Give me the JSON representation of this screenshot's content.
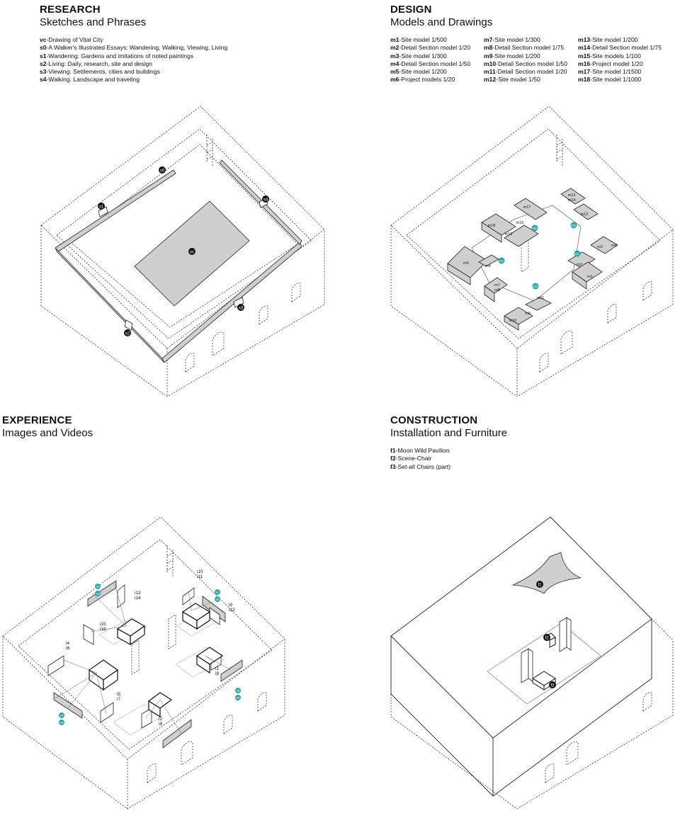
{
  "colors": {
    "teal": "#2aa9a3",
    "wall_fill": "#cfcfcf",
    "dark": "#111111"
  },
  "research": {
    "title": "RESEARCH",
    "subtitle": "Sketches and Phrases",
    "items": [
      {
        "code": "vc",
        "text": "-Drawing of Vital City"
      },
      {
        "code": "s0",
        "text": "-A Walker's Illustrated Essays: Wandering, Walking, Viewing, Living"
      },
      {
        "code": "s1",
        "text": "-Wandering: Gardens and imitations of noted paintings"
      },
      {
        "code": "s2",
        "text": "-Living: Daily, research, site and design"
      },
      {
        "code": "s3",
        "text": "-Viewing: Settlements, cities and buildings"
      },
      {
        "code": "s4",
        "text": "-Walking: Landscape and traveling"
      }
    ],
    "markers": [
      "s0",
      "s1",
      "vc",
      "s4",
      "s3",
      "s2"
    ]
  },
  "design": {
    "title": "DESIGN",
    "subtitle": "Models and Drawings",
    "columns": [
      [
        {
          "code": "m1",
          "text": "-Site model  1/500"
        },
        {
          "code": "m2",
          "text": "-Detail Section model  1/20"
        },
        {
          "code": "m3",
          "text": "-Site model  1/300"
        },
        {
          "code": "m4",
          "text": "-Detail Section model  1/50"
        },
        {
          "code": "m5",
          "text": "-Site model  1/200"
        },
        {
          "code": "m6",
          "text": "-Project models  1/20"
        }
      ],
      [
        {
          "code": "m7",
          "text": "-Site model  1/300"
        },
        {
          "code": "m8",
          "text": "-Detail Section model  1/75"
        },
        {
          "code": "m9",
          "text": "-Site model  1/200"
        },
        {
          "code": "m10",
          "text": "-Detail Section model  1/50"
        },
        {
          "code": "m11",
          "text": "-Detail Section model  1/20"
        },
        {
          "code": "m12",
          "text": "-Site model  1/50"
        }
      ],
      [
        {
          "code": "m13",
          "text": "-Site model  1/200"
        },
        {
          "code": "m14",
          "text": "-Detail Section model  1/75"
        },
        {
          "code": "m15",
          "text": "-Site models  1/100"
        },
        {
          "code": "m16",
          "text": "-Project model  1/20"
        },
        {
          "code": "m17",
          "text": "-Site model  1/1500"
        },
        {
          "code": "m18",
          "text": "-Site model  1/1000"
        }
      ]
    ],
    "model_labels": [
      "m18",
      "m16",
      "m15",
      "m17",
      "m13",
      "m14",
      "m12",
      "m5",
      "m6",
      "m7",
      "m8",
      "m9",
      "m10",
      "m11",
      "m3",
      "m4",
      "m2",
      "m1"
    ],
    "teal_markers": [
      "D1",
      "D2",
      "D3",
      "D4",
      "D5"
    ]
  },
  "experience": {
    "title": "EXPERIENCE",
    "subtitle": "Images and Videos",
    "labels": [
      "i13",
      "i14",
      "i10",
      "i11",
      "i9",
      "i12",
      "i15",
      "i16",
      "i4",
      "i6",
      "i1",
      "i8",
      "i5",
      "i7",
      "i2",
      "i8"
    ],
    "teal_markers": [
      "V2",
      "V3",
      "V1",
      "V5",
      "V6",
      "V4",
      "V7",
      "V8"
    ]
  },
  "construction": {
    "title": "CONSTRUCTION",
    "subtitle": "Installation and Furniture",
    "items": [
      {
        "code": "f1",
        "text": "-Moon Wild Pavilion"
      },
      {
        "code": "f2",
        "text": "-Scene-Chair"
      },
      {
        "code": "f3",
        "text": "-Set-all Chairs (part)"
      }
    ],
    "markers": [
      "f1",
      "f2",
      "f3"
    ]
  }
}
